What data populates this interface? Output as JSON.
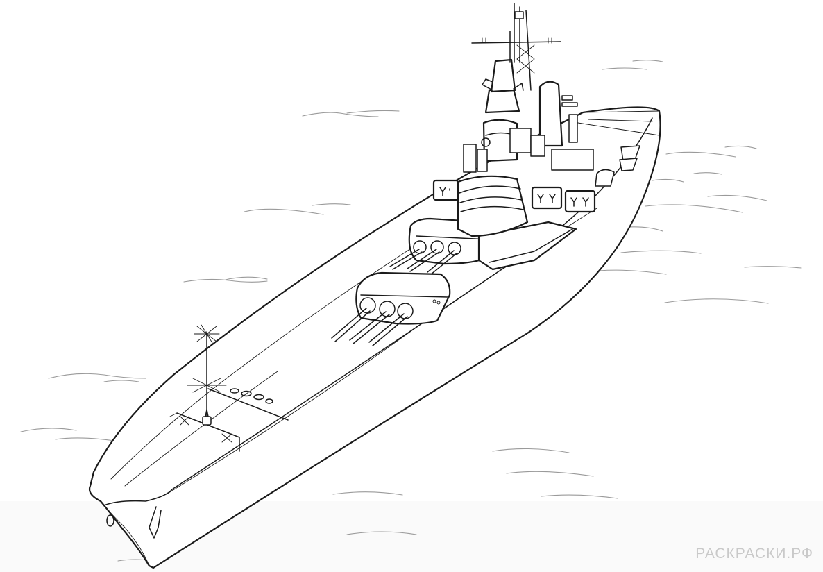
{
  "illustration": {
    "subject": "battleship line-art coloring page",
    "style": "black ink outline on white",
    "colors": {
      "ink": "#1a1a1a",
      "waves": "#9a9a9a",
      "background": "#ffffff",
      "watermark": "#c9c9c9"
    }
  },
  "elements": {
    "bow": "bow with anchor and jack staff star",
    "turrets": [
      "forward turret 1 (three barrels)",
      "forward turret 2 (three barrels)"
    ],
    "superstructure": "bridge tower with mast and radar",
    "secondary_mounts": 3,
    "lifeboats": 2
  },
  "watermark": {
    "text": "РАСКРАСКИ.РФ"
  }
}
